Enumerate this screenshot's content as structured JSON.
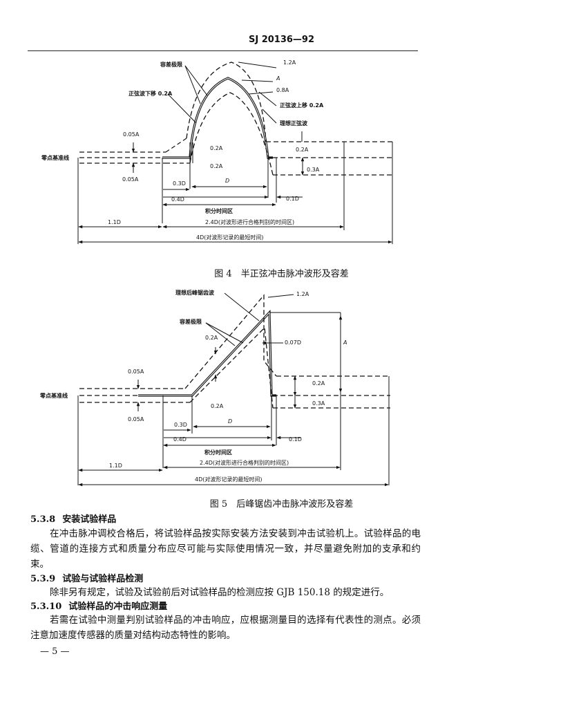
{
  "header": {
    "std_no": "SJ 20136—92"
  },
  "fig4": {
    "caption": "图 4　半正弦冲击脉冲波形及容差",
    "labels": {
      "tolerance_limit": "容差极限",
      "sine_shift_down": "正弦波下移 0.2A",
      "a_1_2": "1.2A",
      "a": "A",
      "a_0_8": "0.8A",
      "sine_shift_up": "正弦波上移 0.2A",
      "ideal_sine": "理想正弦波",
      "a_0_05_top": "0.05A",
      "a_0_05_bot": "0.05A",
      "a_0_2_up": "0.2A",
      "a_0_2_dn": "0.2A",
      "a_0_2_right": "0.2A",
      "a_0_3_right": "0.3A",
      "zero_baseline": "零点基准线",
      "d_0_3": "0.3D",
      "d_0_4": "0.4D",
      "d": "D",
      "d_0_1": "0.1D",
      "integral_interval": "积分时间区",
      "d_1_1": "1.1D",
      "d_2_4": "2.4D(对波形进行合格判别的时间区)",
      "d_4": "4D(对波形记录的最短时间)"
    }
  },
  "fig5": {
    "caption": "图 5　后峰锯齿冲击脉冲波形及容差",
    "labels": {
      "ideal_sawtooth": "理想后峰锯齿波",
      "a_1_2": "1.2A",
      "tolerance_limit": "容差极限",
      "a_0_2_top": "0.2A",
      "d_0_07": "0.07D",
      "a": "A",
      "a_0_05_top": "0.05A",
      "a_0_05_bot": "0.05A",
      "a_0_2_right": "0.2A",
      "a_0_3_right": "0.3A",
      "zero_baseline": "零点基准线",
      "a_0_2_mid": "0.2A",
      "d_0_3": "0.3D",
      "d": "D",
      "d_0_4": "0.4D",
      "d_0_1": "0.1D",
      "integral_interval": "积分时间区",
      "d_2_4": "2.4D(对波形进行合格判别的时间区)",
      "d_1_1": "1.1D",
      "d_4": "4D(对波形记录的最短时间)"
    }
  },
  "sections": [
    {
      "num": "5.3.8",
      "title": "安装试验样品",
      "text": "在冲击脉冲调校合格后，将试验样品按实际安装方法安装到冲击试验机上。试验样品的电缆、管道的连接方式和质量分布应尽可能与实际使用情况一致，并尽量避免附加的支承和约束。"
    },
    {
      "num": "5.3.9",
      "title": "试验与试验样品检测",
      "text": "除非另有规定，试验及试验前后对试验样品的检测应按 GJB 150.18 的规定进行。"
    },
    {
      "num": "5.3.10",
      "title": "试验样品的冲击响应测量",
      "text": "若需在试验中测量判别试验样品的冲击响应，应根据测量目的选择有代表性的测点。必须注意加速度传感器的质量对结构动态特性的影响。"
    }
  ],
  "page_number": "— 5 —"
}
